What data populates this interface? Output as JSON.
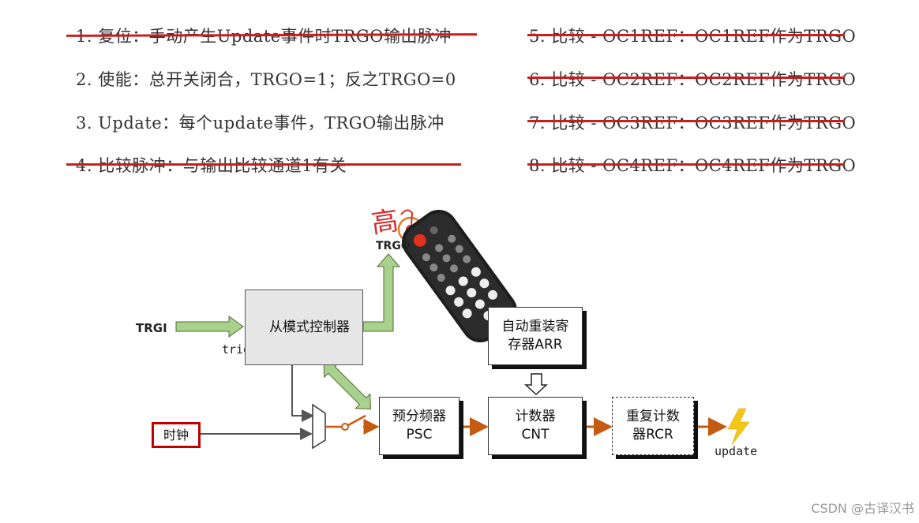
{
  "left_list": [
    "1. 复位：手动产生Update事件时TRGO输出脉冲",
    "2. 使能：总开关闭合，TRGO=1；反之TRGO=0",
    "3. Update：每个update事件，TRGO输出脉冲",
    "4. 比较脉冲：与输出比较通道1有关"
  ],
  "right_list": [
    "5. 比较 - OC1REF：OC1REF作为TRGO",
    "6. 比较 - OC2REF：OC2REF作为TRGO",
    "7. 比较 - OC3REF：OC3REF作为TRGO",
    "8. 比较 - OC4REF：OC4REF作为TRGO"
  ],
  "diagram": {
    "trgi": "TRGI",
    "trigger": "trigger",
    "slave_controller": "从模式控制器",
    "trgo": "TRGO",
    "handwritten": "高",
    "clock": "时钟",
    "psc_line1": "预分频器",
    "psc_line2": "PSC",
    "cnt_line1": "计数器",
    "cnt_line2": "CNT",
    "arr_line1": "自动重装寄",
    "arr_line2": "存器ARR",
    "rcr_line1": "重复计数",
    "rcr_line2": "器RCR",
    "update": "update"
  },
  "watermark": "CSDN @古译汉书",
  "colors": {
    "strike": "#c81e1e",
    "green_arrow": "#a9d18e",
    "orange_arrow": "#c55a11",
    "clock_border": "#c00000",
    "bolt": "#f5c518"
  }
}
